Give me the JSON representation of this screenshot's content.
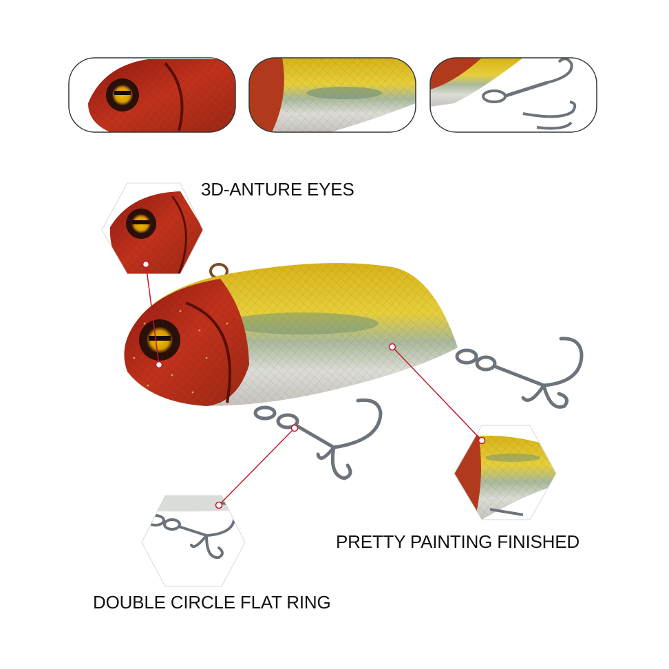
{
  "callouts": {
    "eyes": "3D-ANTURE EYES",
    "painting": "PRETTY PAINTING FINISHED",
    "ring": "DOUBLE CIRCLE FLAT RING"
  },
  "colors": {
    "head_red": "#b3261b",
    "body_yellow": "#e1c21a",
    "belly_silver": "#d9dcd8",
    "accent_line": "#c0182a",
    "hook_metal": "#6d737a"
  }
}
